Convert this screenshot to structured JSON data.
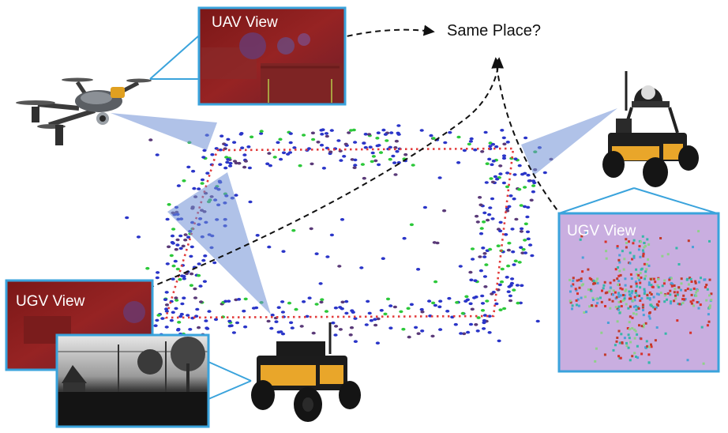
{
  "labels": {
    "question": "Same Place?",
    "uav_view": "UAV View",
    "ugv_view_left": "UGV View",
    "ugv_view_right": "UGV View"
  },
  "colors": {
    "panel_border": "#3aa3dc",
    "frustum": "#6f8fd6",
    "route": "#e23b3b",
    "dot_blue": "#2a35c8",
    "dot_green": "#2cc83a",
    "dot_purple": "#5a3a78",
    "ugv_body": "#e9a62a",
    "rgb_panel": "#8e1f1f",
    "lidar_panel": "#c9aee0"
  },
  "icons": [
    "drone-icon",
    "ugv-robot-icon",
    "ugv-robot-lidar-icon"
  ]
}
